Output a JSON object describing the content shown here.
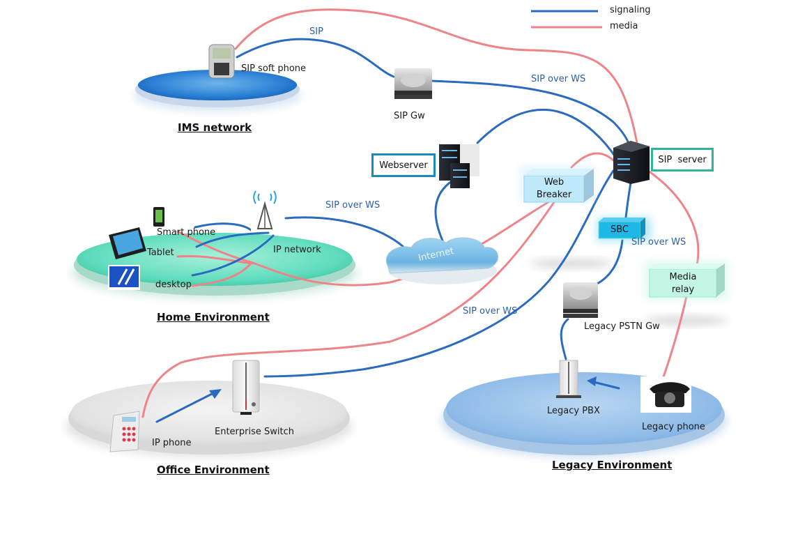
{
  "legend": {
    "signaling": {
      "label": "signaling",
      "color": "#2a6bbf"
    },
    "media": {
      "label": "media",
      "color": "#ee8488"
    }
  },
  "environments": {
    "ims": {
      "title": "IMS network"
    },
    "home": {
      "title": "Home Environment"
    },
    "office": {
      "title": "Office Environment"
    },
    "legacy": {
      "title": "Legacy Environment"
    }
  },
  "nodes": {
    "sip_soft_phone": "SIP soft phone",
    "sip_gw": "SIP Gw",
    "webserver": "Webserver",
    "sip_server": "SIP  server",
    "web_breaker": [
      "Web",
      "Breaker"
    ],
    "sbc": "SBC",
    "media_relay": [
      "Media",
      "relay"
    ],
    "smart_phone": "Smart phone",
    "tablet": "Tablet",
    "desktop": "desktop",
    "ip_network": "IP network",
    "internet": "Internet",
    "legacy_pstn_gw": "Legacy PSTN Gw",
    "legacy_pbx": "Legacy PBX",
    "legacy_phone": "Legacy phone",
    "ip_phone": "IP phone",
    "enterprise_switch": "Enterprise Switch"
  },
  "link_labels": {
    "sip": "SIP",
    "sip_over_ws_top": "SIP over WS",
    "sip_over_ws_home": "SIP over WS",
    "sip_over_ws_sbc": "SIP over WS",
    "sip_over_ws_office": "SIP over WS"
  },
  "colors": {
    "box_border_blue": "#1a8bb8",
    "box_border_teal": "#2fb59a",
    "sbc_fill": "#1fb8e6",
    "web_breaker_fill": "#bfe9fb",
    "media_relay_fill": "#c4f6e6"
  }
}
